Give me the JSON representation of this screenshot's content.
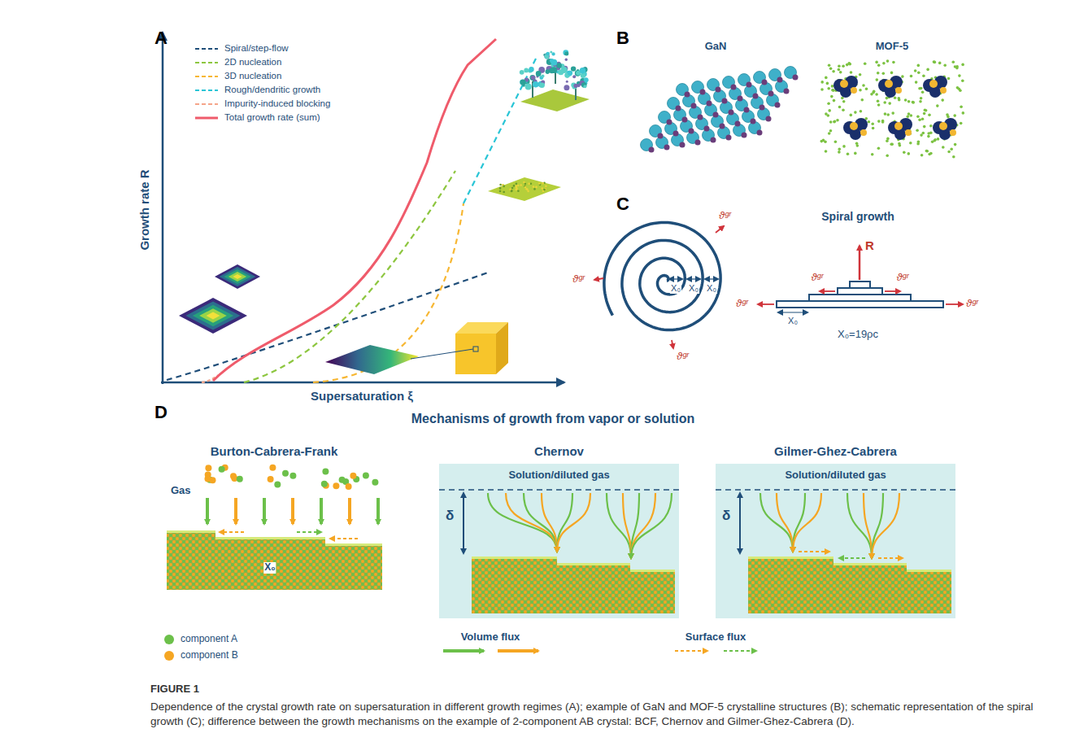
{
  "diagram": {
    "caption": "Dependence of the crystal growth rate on supersaturation in different growth regimes (A); example of GaN and MOF-5 crystalline structures (B); schematic representation of the spiral growth (C); difference between the growth mechanisms on the example of 2-component AB crystal: BCF, Chernov and Gilmer-Ghez-Cabrera (D).",
    "nodes": [
      {
        "text": [
          "Chernov",
          "Solution/diluted gas",
          "δ"
        ]
      },
      {
        "text": [
          "Gilmer-Ghez-Cabrera",
          "Solution/diluted gas",
          "δ"
        ]
      }
    ],
    "labels": [
      "A",
      "Growth rate R",
      "Supersaturation ξ",
      "B",
      "GaN",
      "MOF-5",
      "C",
      "Spiral growth",
      "ϑᵍʳ",
      "ϑᵍʳ",
      "ϑᵍʳ",
      "ϑᵍʳ",
      "ϑᵍʳ",
      "ϑᵍʳ",
      "ϑᵍʳ",
      "X₀",
      "X₀",
      "X₀",
      "R",
      "X₀",
      "X₀=19ρc",
      "D",
      "Mechanisms of growth from vapor or solution",
      "Burton-Cabrera-Frank",
      "Gas",
      "X₀",
      "FIGURE 1"
    ],
    "legend": [
      {
        "text": "Spiral/step-flow"
      },
      {
        "text": "2D nucleation"
      },
      {
        "text": "3D nucleation"
      },
      {
        "text": "Rough/dendritic growth"
      },
      {
        "text": "Impurity-induced blocking"
      },
      {
        "text": "Total growth rate (sum)"
      },
      {
        "text": "component A",
        "color": "#6cc04a"
      },
      {
        "text": "component B",
        "color": "#f5a623"
      },
      {
        "text": "Volume flux"
      },
      {
        "text": "Surface flux"
      }
    ]
  }
}
